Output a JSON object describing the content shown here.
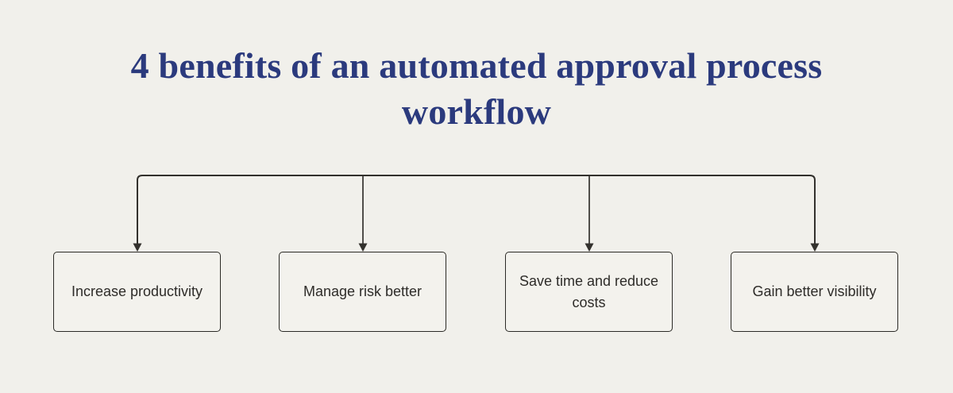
{
  "title": {
    "text": "4 benefits of an automated approval process workflow"
  },
  "benefits": [
    {
      "label": "Increase productivity"
    },
    {
      "label": "Manage risk better"
    },
    {
      "label": "Save time and reduce costs"
    },
    {
      "label": "Gain better visibility"
    }
  ],
  "colors": {
    "background": "#f1f0eb",
    "title_text": "#2b3a7d",
    "connector": "#33312d",
    "box_border": "#2b2a26",
    "box_bg": "#f3f2ed",
    "box_text": "#2e2c29"
  }
}
